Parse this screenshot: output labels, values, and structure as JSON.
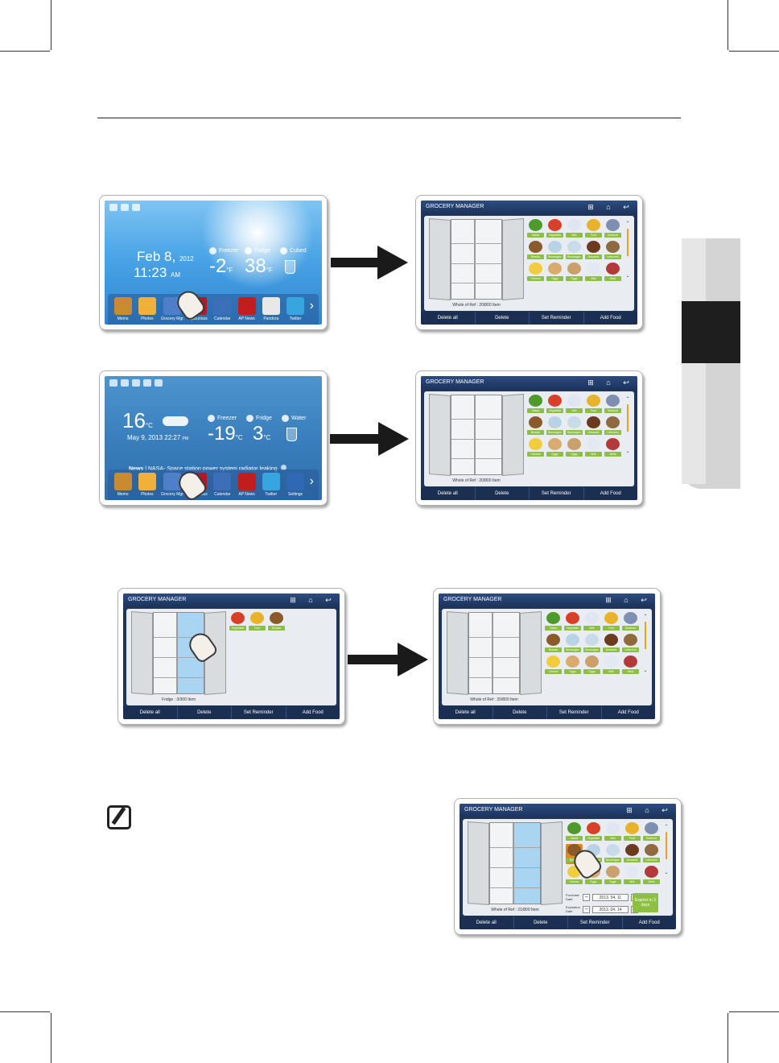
{
  "labels": {
    "whole_fridge_count": "Whole of Ref : 20/800 Item",
    "fridge_count": "Fridge : 3/300 Item",
    "whole_fridge_count_2": "Whole of Ref : 21/800 Item"
  },
  "grocery_manager": {
    "title": "GROCERY MANAGER",
    "footer": [
      "Delete all",
      "Delete",
      "Set Reminder",
      "Add Food"
    ],
    "categories": [
      {
        "label": "Salad",
        "color": "#4f9a2d"
      },
      {
        "label": "Vegetable",
        "color": "#d8402a"
      },
      {
        "label": "Milk",
        "color": "#dfe6f2"
      },
      {
        "label": "Fruit",
        "color": "#e8b22a"
      },
      {
        "label": "Seafood",
        "color": "#7e8fb1"
      },
      {
        "label": "Breads",
        "color": "#8b5a2b"
      },
      {
        "label": "Beverages",
        "color": "#b9d3e6"
      },
      {
        "label": "Beverages",
        "color": "#c7dbe9"
      },
      {
        "label": "Desserts",
        "color": "#6b3a1f"
      },
      {
        "label": "Leftovers",
        "color": "#8e6a3e"
      },
      {
        "label": "Cheese",
        "color": "#f1cd3e"
      },
      {
        "label": "Eggs",
        "color": "#d9ab6e"
      },
      {
        "label": "Eggs",
        "color": "#caa06c"
      },
      {
        "label": "Milk",
        "color": "#e3e9f3"
      },
      {
        "label": "Meat",
        "color": "#b33a3a"
      }
    ],
    "fridge_items": [
      {
        "label": "Vegetable",
        "color": "#d8402a"
      },
      {
        "label": "Fruit",
        "color": "#e8b22a"
      },
      {
        "label": "Breads",
        "color": "#8b5a2b"
      }
    ],
    "purchase_label": "Purchase Date",
    "purchase_value": "2013. 04. 11",
    "expiration_label": "Expiration Date",
    "expiration_value": "2013. 04. 14",
    "expires": "Expires in 3 days"
  },
  "home1": {
    "date": "Feb 8,",
    "year": "2012",
    "time": "11:23",
    "ampm": "AM",
    "freezer_label": "Freezer",
    "freezer_value": "-2",
    "fridge_label": "Fridge",
    "fridge_value": "38",
    "unit": "°F",
    "ice_label": "Cubed",
    "apps": [
      {
        "label": "Memo",
        "color": "#c98a32"
      },
      {
        "label": "Photos",
        "color": "#f0b03a"
      },
      {
        "label": "Grocery Mgr.",
        "color": "#4f7fc9"
      },
      {
        "label": "Epicurious",
        "color": "#b01a22"
      },
      {
        "label": "Calendar",
        "color": "#3c6fb7"
      },
      {
        "label": "AP News",
        "color": "#c21d1d"
      },
      {
        "label": "Pandora",
        "color": "#e8e8e8"
      },
      {
        "label": "Twitter",
        "color": "#37a5e0"
      }
    ]
  },
  "home2": {
    "temp": "16",
    "temp_unit": "°C",
    "date": "May 9, 2013 22:27",
    "ampm": "PM",
    "freezer_label": "Freezer",
    "freezer_value": "-19",
    "fridge_label": "Fridge",
    "fridge_value": "3",
    "unit": "°C",
    "water_label": "Water",
    "news_label": "News",
    "news_text": " | NASA- Space station power system radiator leaking",
    "apps": [
      {
        "label": "Memo",
        "color": "#c98a32"
      },
      {
        "label": "Photos",
        "color": "#f0b03a"
      },
      {
        "label": "Grocery Mgr.",
        "color": "#4f7fc9"
      },
      {
        "label": "Epicurious",
        "color": "#b01a22"
      },
      {
        "label": "Calendar",
        "color": "#3c6fb7"
      },
      {
        "label": "AP News",
        "color": "#c21d1d"
      },
      {
        "label": "Twitter",
        "color": "#37a5e0"
      },
      {
        "label": "Settings",
        "color": "#2f68b4"
      }
    ]
  },
  "icons": {
    "epi": "epi",
    "ap": "AP",
    "pandora": "P",
    "home": "⌂",
    "back": "↩",
    "cart": "⊞"
  }
}
